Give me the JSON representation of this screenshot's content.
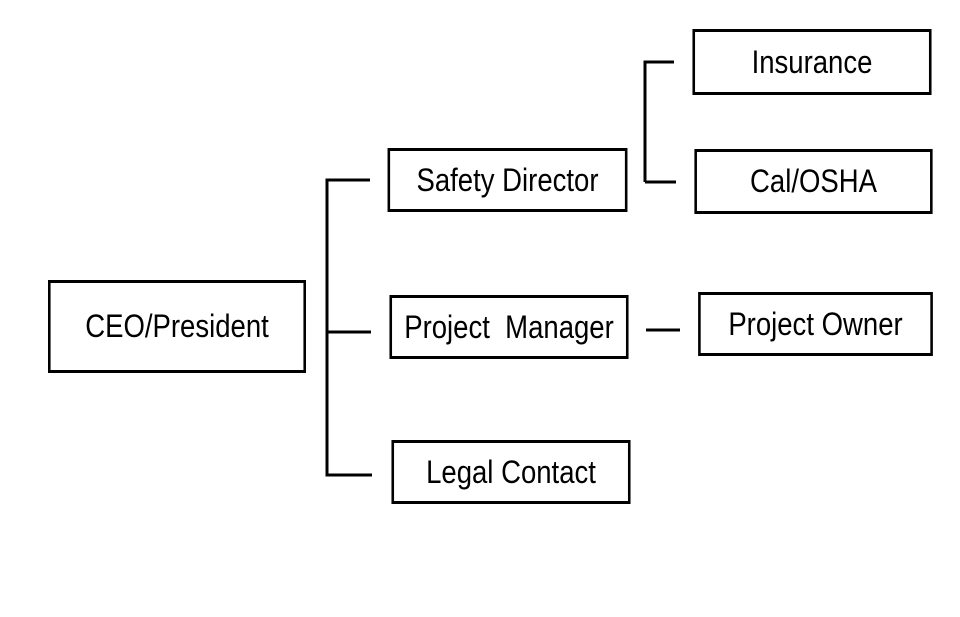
{
  "nodes": {
    "ceo": "CEO/President",
    "safety_director": "Safety Director",
    "project_manager": "Project  Manager",
    "legal_contact": "Legal Contact",
    "insurance": "Insurance",
    "cal_osha": "Cal/OSHA",
    "project_owner": "Project Owner"
  },
  "colors": {
    "box_border": "#000000",
    "connector": "#000000",
    "background": "#ffffff"
  }
}
